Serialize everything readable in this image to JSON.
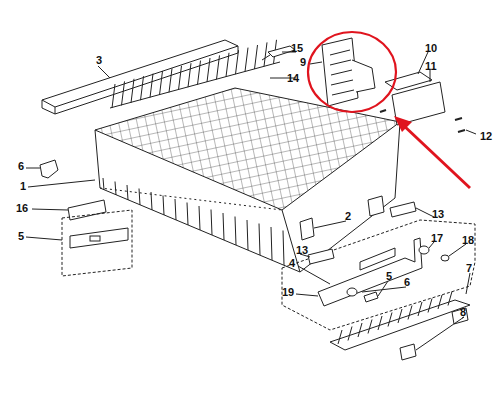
{
  "diagram": {
    "labels": [
      "3",
      "15",
      "9",
      "14",
      "10",
      "11",
      "12",
      "6",
      "1",
      "16",
      "5",
      "2",
      "13",
      "13",
      "4",
      "17",
      "18",
      "7",
      "5",
      "6",
      "19",
      "8"
    ]
  }
}
